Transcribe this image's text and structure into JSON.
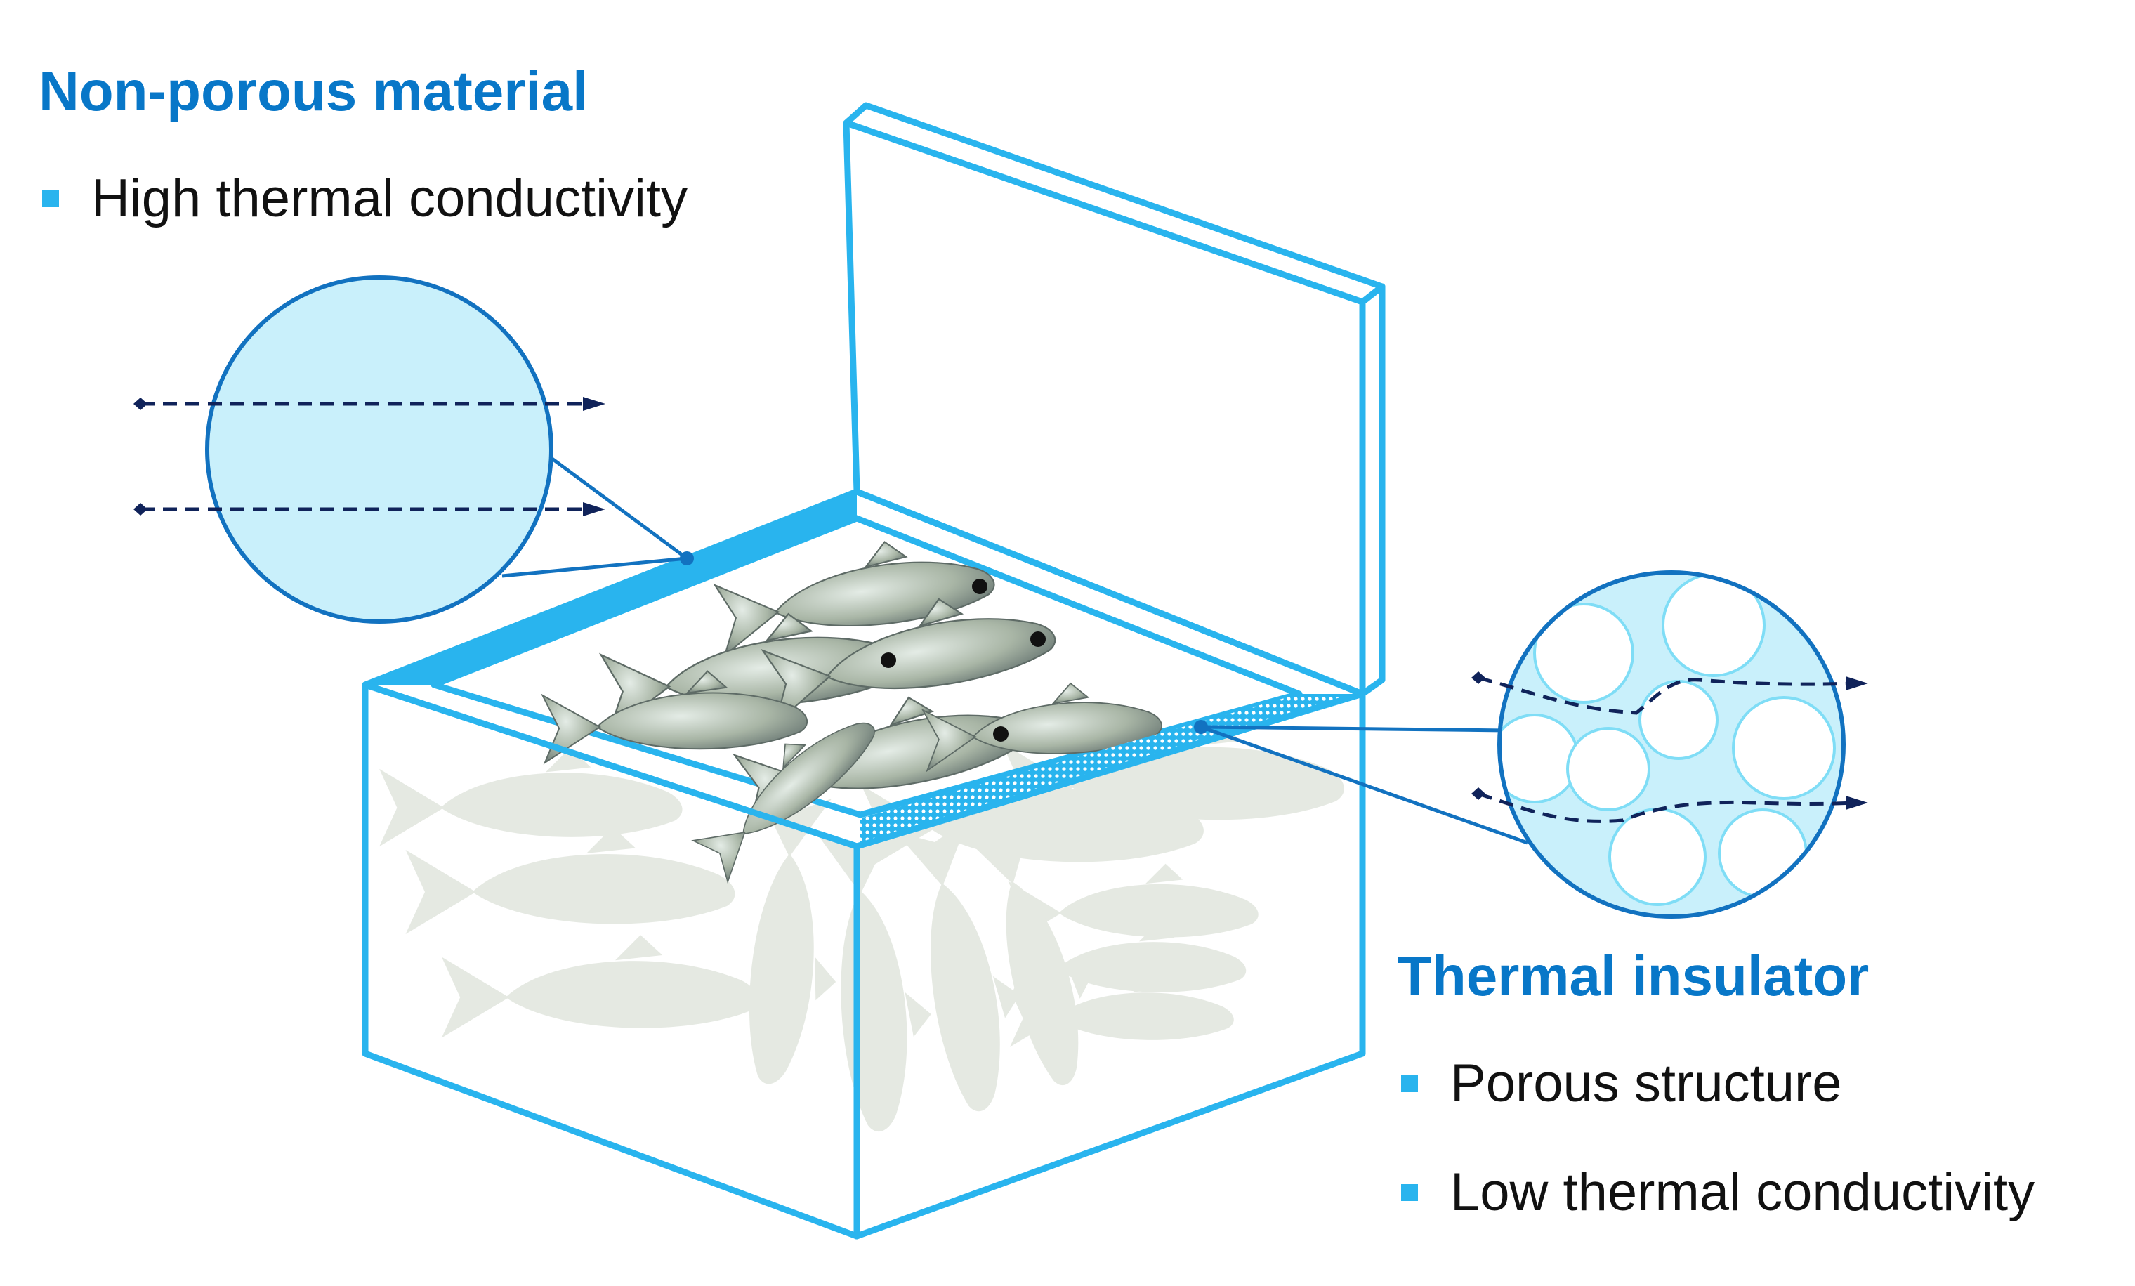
{
  "colors": {
    "heading": "#0877C8",
    "bullet": "#29B4EE",
    "box_outline": "#29B4EE",
    "insulation_band": "#29B4EE",
    "lens_outline": "#1272C0",
    "lens_fill": "#C9F0FB",
    "arrow": "#10235A",
    "fish_body": "#A8B2A0",
    "ghost_fish": "#E4E8E1"
  },
  "left_panel": {
    "heading": "Non-porous material",
    "bullets": [
      "High thermal conductivity"
    ],
    "lens": {
      "icon": "solid-material-lens",
      "flow_arrows": 2
    }
  },
  "right_panel": {
    "heading": "Thermal insulator",
    "bullets": [
      "Porous structure",
      "Low thermal conductivity"
    ],
    "lens": {
      "icon": "porous-material-lens",
      "pores": 8,
      "flow_arrows": 2
    }
  },
  "box": {
    "icon": "open-cooler-box",
    "contents_icon": "fish-icon"
  }
}
